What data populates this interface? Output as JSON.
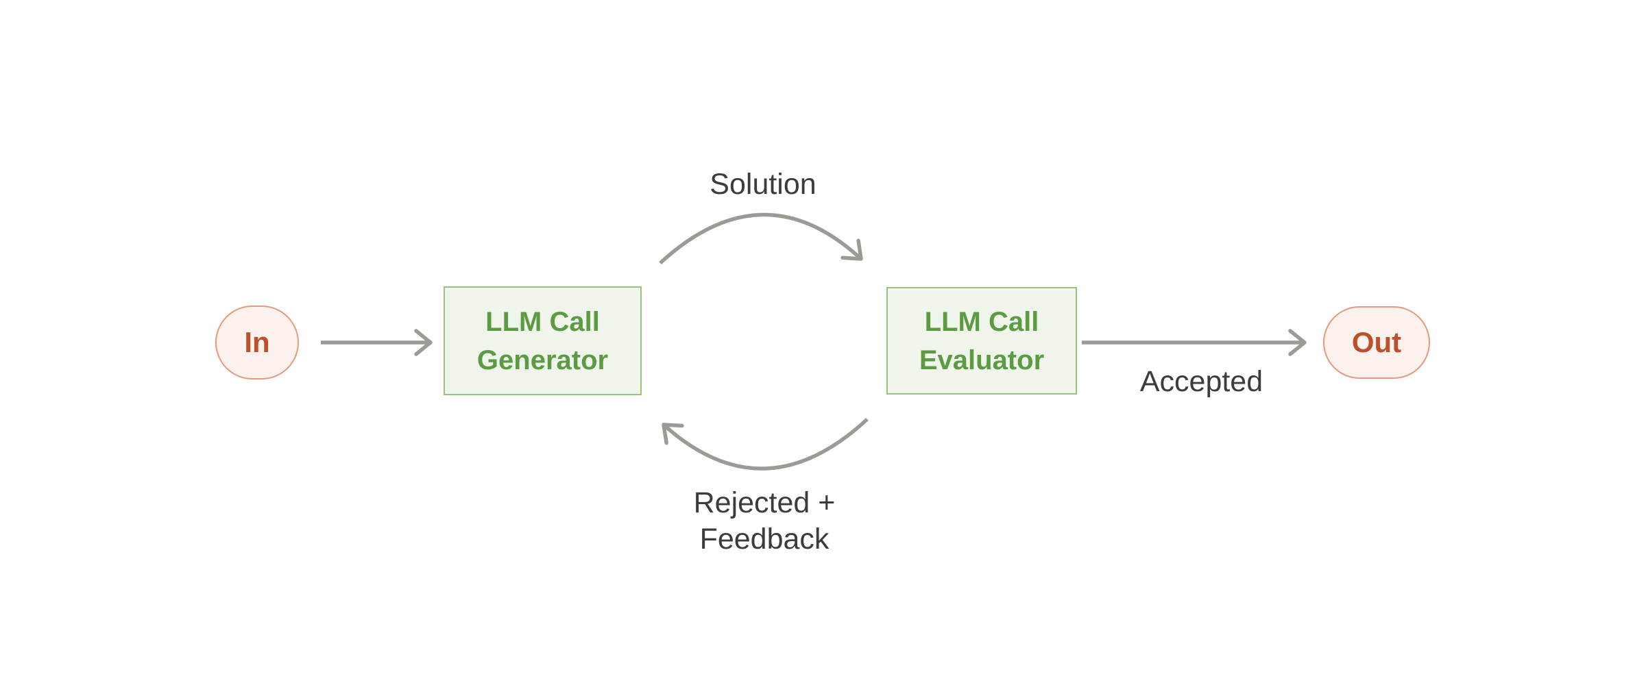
{
  "colors": {
    "arrow": "#9B9B96",
    "label_text": "#3C3C39",
    "node_green_fill": "#F0F5EB",
    "node_green_border": "#97C47A",
    "node_green_text": "#5C9B43",
    "node_pink_fill": "#FBF1ED",
    "node_pink_border": "#E7997F",
    "node_pink_text": "#BE4F2C",
    "canvas_bg": "#FFFFFF"
  },
  "nodes": {
    "in": {
      "label": "In"
    },
    "generator": {
      "label": "LLM Call Generator"
    },
    "evaluator": {
      "label": "LLM Call Evaluator"
    },
    "out": {
      "label": "Out"
    }
  },
  "edges": {
    "solution": {
      "label": "Solution"
    },
    "accepted": {
      "label": "Accepted"
    },
    "rejected": {
      "label": "Rejected + Feedback"
    }
  }
}
